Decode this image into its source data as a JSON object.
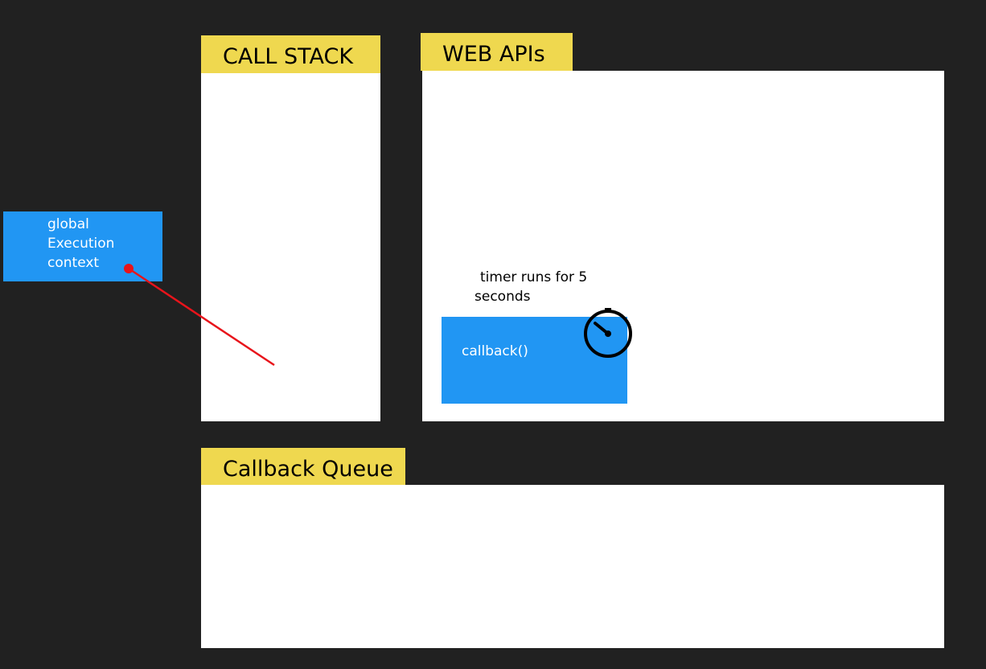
{
  "call_stack": {
    "label": "CALL STACK"
  },
  "web_apis": {
    "label": "WEB APIs",
    "timer_text_line1": "timer runs for 5",
    "timer_text_line2": "seconds",
    "callback_label": "callback()",
    "timer_icon": "stopwatch-icon"
  },
  "callback_queue": {
    "label": "Callback Queue"
  },
  "global_context": {
    "line1": "global",
    "line2": "Execution",
    "line3": "context"
  },
  "colors": {
    "background": "#212121",
    "label_yellow": "#efd84f",
    "panel_white": "#ffffff",
    "box_blue": "#2196f3",
    "arrow_red": "#e8141b"
  }
}
